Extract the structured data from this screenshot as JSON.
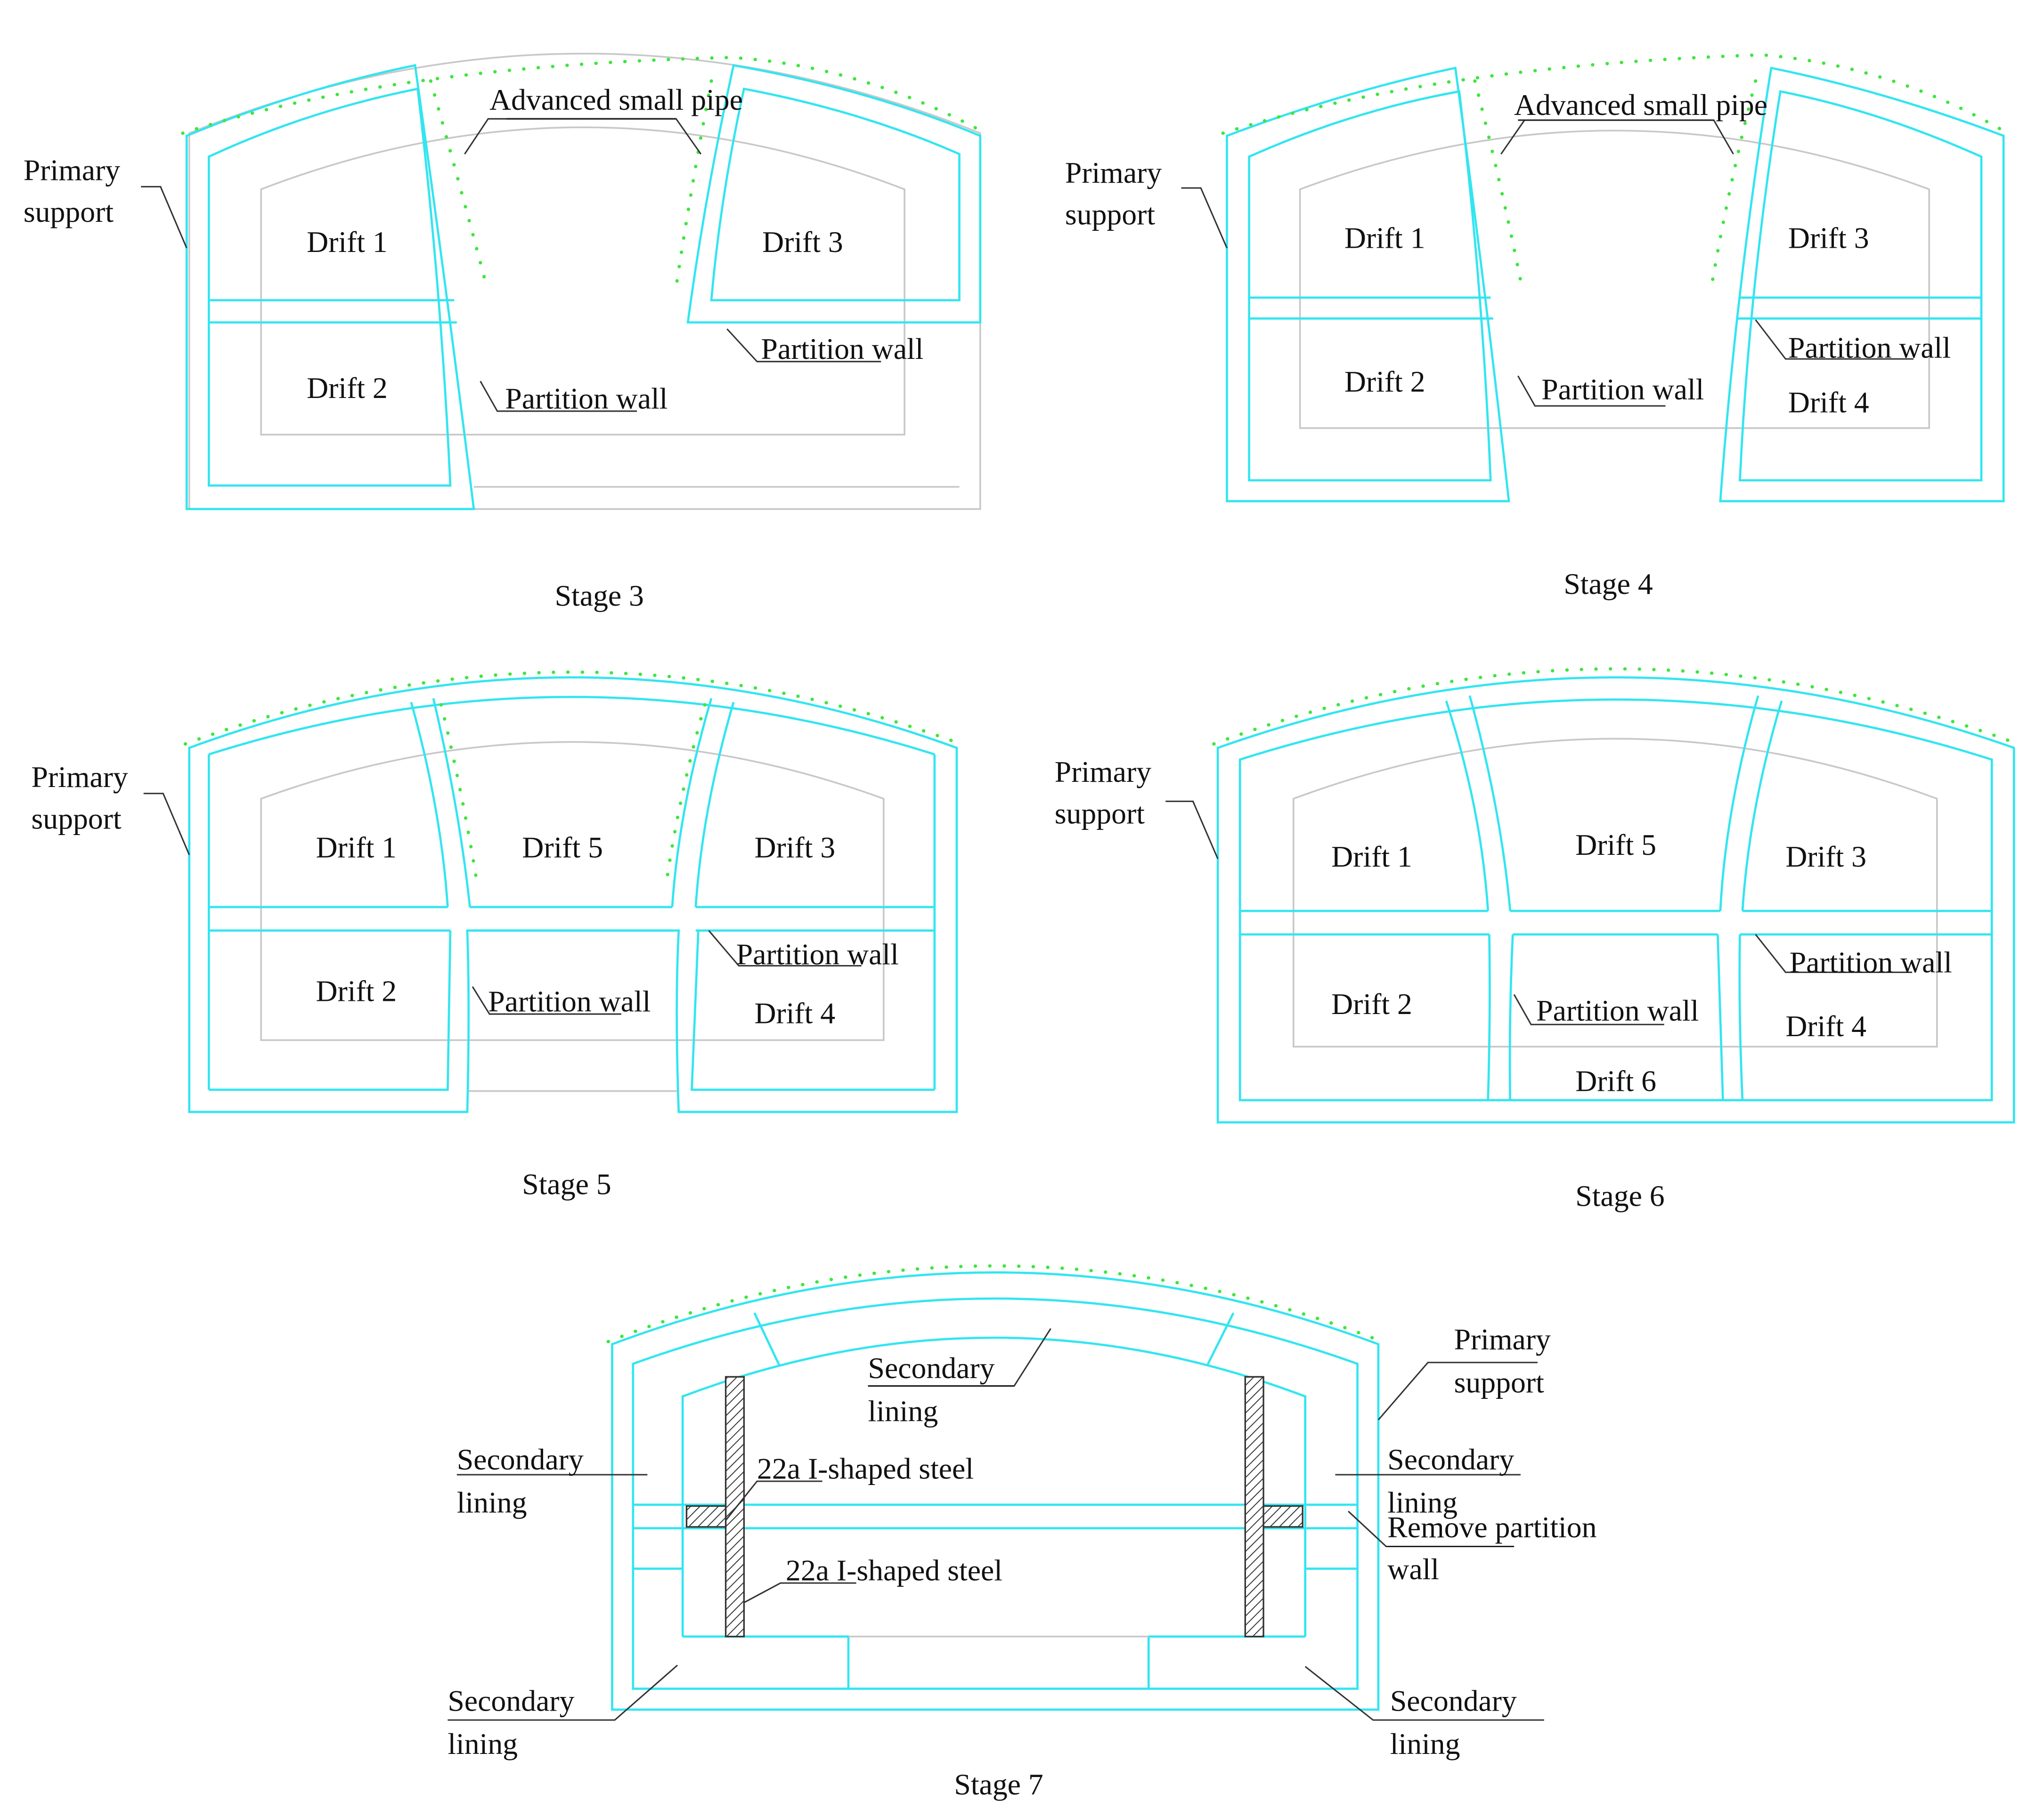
{
  "stage3": {
    "caption": "Stage 3",
    "primary_support": [
      "Primary",
      "support"
    ],
    "pipe": "Advanced small pipe",
    "drift1": "Drift 1",
    "drift2": "Drift 2",
    "drift3": "Drift 3",
    "partition_a": "Partition wall",
    "partition_b": "Partition wall"
  },
  "stage4": {
    "caption": "Stage 4",
    "primary_support": [
      "Primary",
      "support"
    ],
    "pipe": "Advanced small pipe",
    "drift1": "Drift 1",
    "drift2": "Drift 2",
    "drift3": "Drift 3",
    "drift4": "Drift 4",
    "partition_a": "Partition wall",
    "partition_b": "Partition wall"
  },
  "stage5": {
    "caption": "Stage 5",
    "primary_support": [
      "Primary",
      "support"
    ],
    "drift1": "Drift 1",
    "drift2": "Drift 2",
    "drift3": "Drift 3",
    "drift4": "Drift 4",
    "drift5": "Drift 5",
    "partition_a": "Partition wall",
    "partition_b": "Partition wall"
  },
  "stage6": {
    "caption": "Stage 6",
    "primary_support": [
      "Primary",
      "support"
    ],
    "drift1": "Drift 1",
    "drift2": "Drift 2",
    "drift3": "Drift 3",
    "drift4": "Drift 4",
    "drift5": "Drift 5",
    "drift6": "Drift 6",
    "partition_a": "Partition wall",
    "partition_b": "Partition wall"
  },
  "stage7": {
    "caption": "Stage 7",
    "primary_support": [
      "Primary",
      "support"
    ],
    "secondary_lining_top": [
      "Secondary",
      "lining"
    ],
    "secondary_lining_left": [
      "Secondary",
      "lining"
    ],
    "secondary_lining_right": [
      "Secondary",
      "lining"
    ],
    "secondary_lining_bottom_left": [
      "Secondary",
      "lining"
    ],
    "secondary_lining_bottom_right": [
      "Secondary",
      "lining"
    ],
    "steel_upper": "22a I-shaped steel",
    "steel_lower": "22a I-shaped steel",
    "remove_partition": [
      "Remove partition",
      "wall"
    ]
  },
  "colors": {
    "support_lines": "#33e5f0",
    "excavation_outline": "#c8c8c8",
    "advanced_pipes": "#3ee63e",
    "leaders": "#333333"
  }
}
